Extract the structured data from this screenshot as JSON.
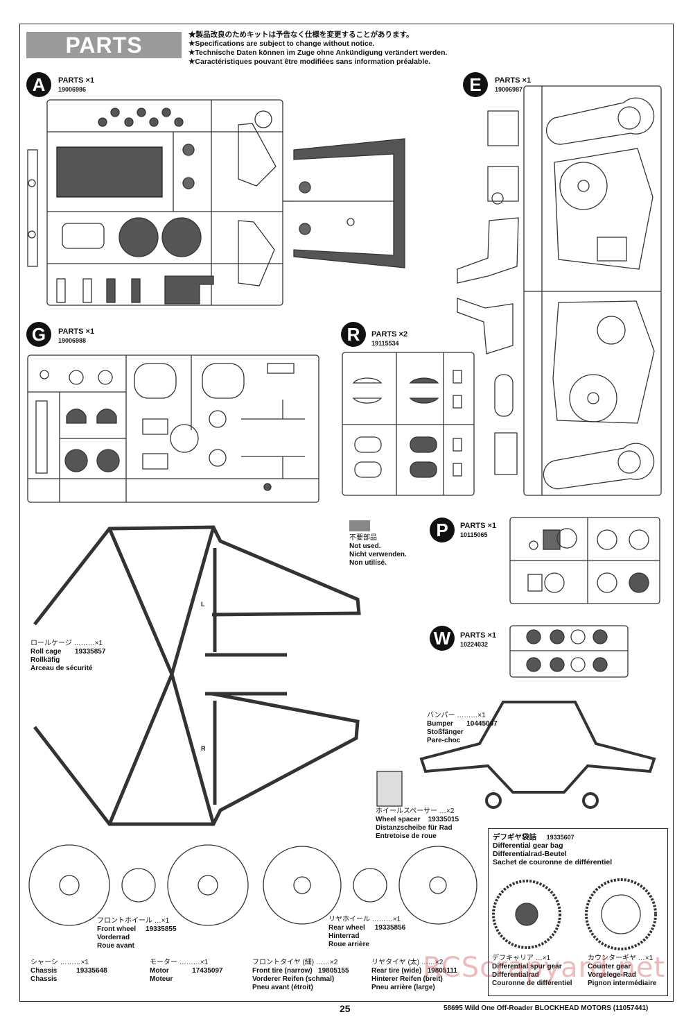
{
  "header": {
    "title": "PARTS",
    "notes": [
      "★製品改良のためキットは予告なく仕様を変更することがあります。",
      "★Specifications are subject to change without notice.",
      "★Technische Daten können im Zuge ohne Ankündigung verändert werden.",
      "★Caractéristiques pouvant être modifiées sans information préalable."
    ]
  },
  "sprues": {
    "A": {
      "letter": "A",
      "title": "PARTS ×1",
      "code": "19006986"
    },
    "E": {
      "letter": "E",
      "title": "PARTS ×1",
      "code": "19006987"
    },
    "G": {
      "letter": "G",
      "title": "PARTS ×1",
      "code": "19006988"
    },
    "R": {
      "letter": "R",
      "title": "PARTS ×2",
      "code": "19115534"
    },
    "P": {
      "letter": "P",
      "title": "PARTS ×1",
      "code": "10115065"
    },
    "W": {
      "letter": "W",
      "title": "PARTS ×1",
      "code": "10224032"
    }
  },
  "not_used": {
    "jp": "不要部品",
    "en": "Not used.",
    "de": "Nicht verwenden.",
    "fr": "Non utilisé."
  },
  "roll_cage": {
    "jp": "ロールケージ ………×1",
    "en": "Roll cage",
    "code": "19335857",
    "de": "Rollkäfig",
    "fr": "Arceau de sécurité",
    "left": "L",
    "right": "R"
  },
  "bumper": {
    "jp": "バンパー ………×1",
    "en": "Bumper",
    "code": "10445007",
    "de": "Stoßfänger",
    "fr": "Pare-choc"
  },
  "wheel_spacer": {
    "jp": "ホイールスペーサー …×2",
    "en": "Wheel spacer",
    "code": "19335015",
    "de": "Distanzscheibe für Rad",
    "fr": "Entretoise de roue"
  },
  "front_wheel": {
    "jp": "フロントホイール …×1",
    "en": "Front wheel",
    "code": "19335855",
    "de": "Vorderrad",
    "fr": "Roue avant"
  },
  "rear_wheel": {
    "jp": "リヤホイール ………×1",
    "en": "Rear wheel",
    "code": "19335856",
    "de": "Hinterrad",
    "fr": "Roue arrière"
  },
  "diff": {
    "jp": "デフギヤ袋詰",
    "code": "19335607",
    "en": "Differential gear bag",
    "de": "Differentialrad-Beutel",
    "fr": "Sachet de couronne de différentiel",
    "carrier": {
      "jp": "デフキャリア …×1",
      "en": "Differential spur gear",
      "de": "Differentialrad",
      "fr": "Couronne de différentiel"
    },
    "counter": {
      "jp": "カウンターギヤ …×1",
      "en": "Counter gear",
      "de": "Vorgelege-Rad",
      "fr": "Pignon intermédiaire"
    }
  },
  "bottom": {
    "chassis": {
      "jp": "シャーシ ………×1",
      "en": "Chassis",
      "code": "19335648",
      "de": "Chassis"
    },
    "motor": {
      "jp": "モーター ………×1",
      "en": "Motor",
      "code": "17435097",
      "de": "Moteur"
    },
    "front_tire": {
      "jp": "フロントタイヤ (細) ……×2",
      "en": "Front tire (narrow)",
      "code": "19805155",
      "de": "Vorderer Reifen (schmal)",
      "fr": "Pneu avant (étroit)"
    },
    "rear_tire": {
      "jp": "リヤタイヤ (太) ……×2",
      "en": "Rear tire (wide)",
      "code": "19805111",
      "de": "Hinterer Reifen (breit)",
      "fr": "Pneu arrière (large)"
    }
  },
  "footer": {
    "page": "25",
    "text": "58695  Wild One Off-Roader BLOCKHEAD MOTORS (11057441)"
  },
  "watermark": "RCScrapyard.net"
}
